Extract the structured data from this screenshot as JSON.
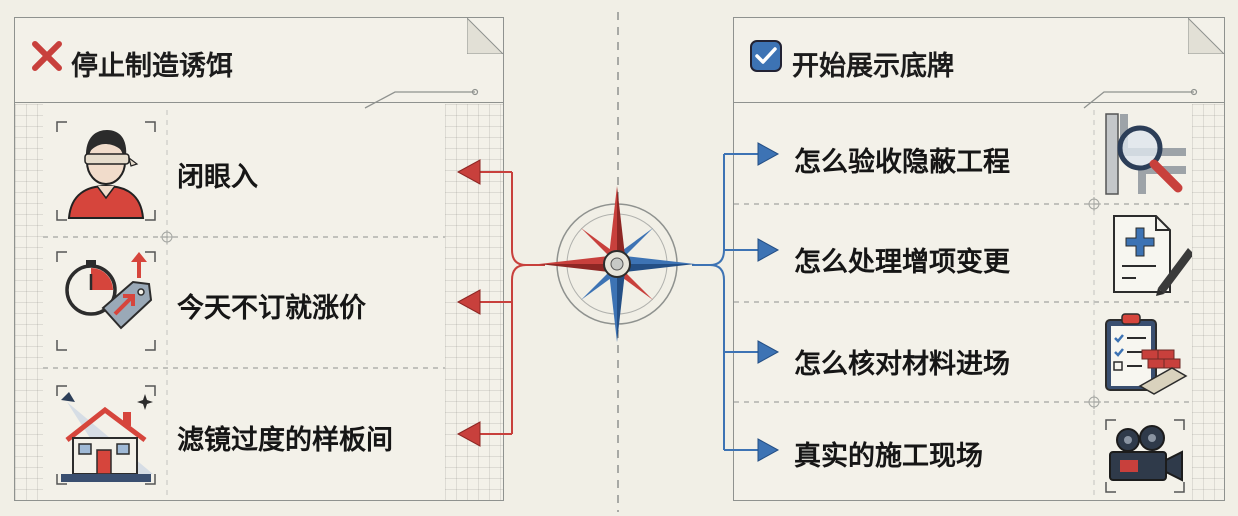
{
  "left": {
    "title": "停止制造诱饵",
    "title_icon": "red-x-icon",
    "items": [
      {
        "label": "闭眼入",
        "icon": "blindfolded-person-icon"
      },
      {
        "label": "今天不订就涨价",
        "icon": "stopwatch-price-tag-icon"
      },
      {
        "label": "滤镜过度的样板间",
        "icon": "spotlight-house-icon"
      }
    ]
  },
  "right": {
    "title": "开始展示底牌",
    "title_icon": "blue-checkbox-icon",
    "items": [
      {
        "label": "怎么验收隐蔽工程",
        "icon": "magnifier-pipes-icon"
      },
      {
        "label": "怎么处理增项变更",
        "icon": "document-pen-icon"
      },
      {
        "label": "怎么核对材料进场",
        "icon": "clipboard-bricks-icon"
      },
      {
        "label": "真实的施工现场",
        "icon": "video-camera-icon"
      }
    ]
  },
  "colors": {
    "red": "#c8403c",
    "blue": "#3d73b4",
    "border": "#8f928f",
    "background": "#f1efe6"
  }
}
